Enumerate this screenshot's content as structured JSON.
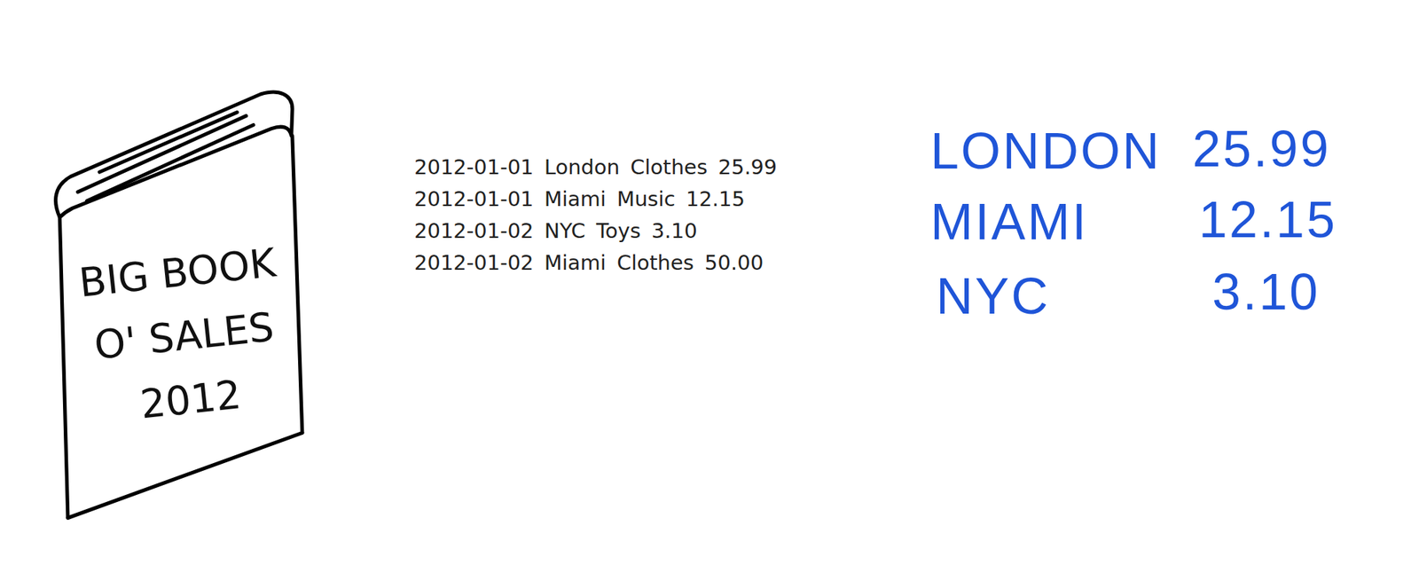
{
  "diagram": {
    "nodes": [
      {
        "text": [
          "BIG BOOK O' SALES 2012"
        ]
      }
    ],
    "labels": [
      "2012-01-01 London Clothes 25.99",
      "2012-01-01 Miami Music 12.15",
      "2012-01-02 NYC Toys 3.10",
      "2012-01-02 Miami Clothes 50.00",
      "LONDON",
      "25.99",
      "MIAMI",
      "12.15",
      "NYC",
      "3.10"
    ]
  }
}
